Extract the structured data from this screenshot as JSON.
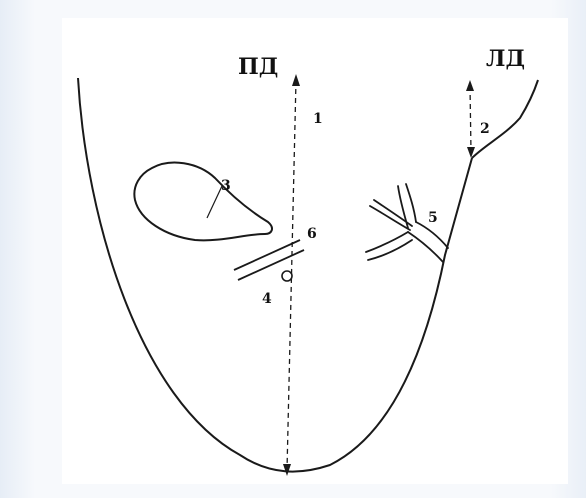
{
  "labels": {
    "right_atrium": "ПД",
    "left_atrium": "ЛД",
    "n1": "1",
    "n2": "2",
    "n3": "3",
    "n4": "4",
    "n5": "5",
    "n6": "6"
  },
  "colors": {
    "line": "#1a1a1a",
    "background": "#ffffff"
  }
}
